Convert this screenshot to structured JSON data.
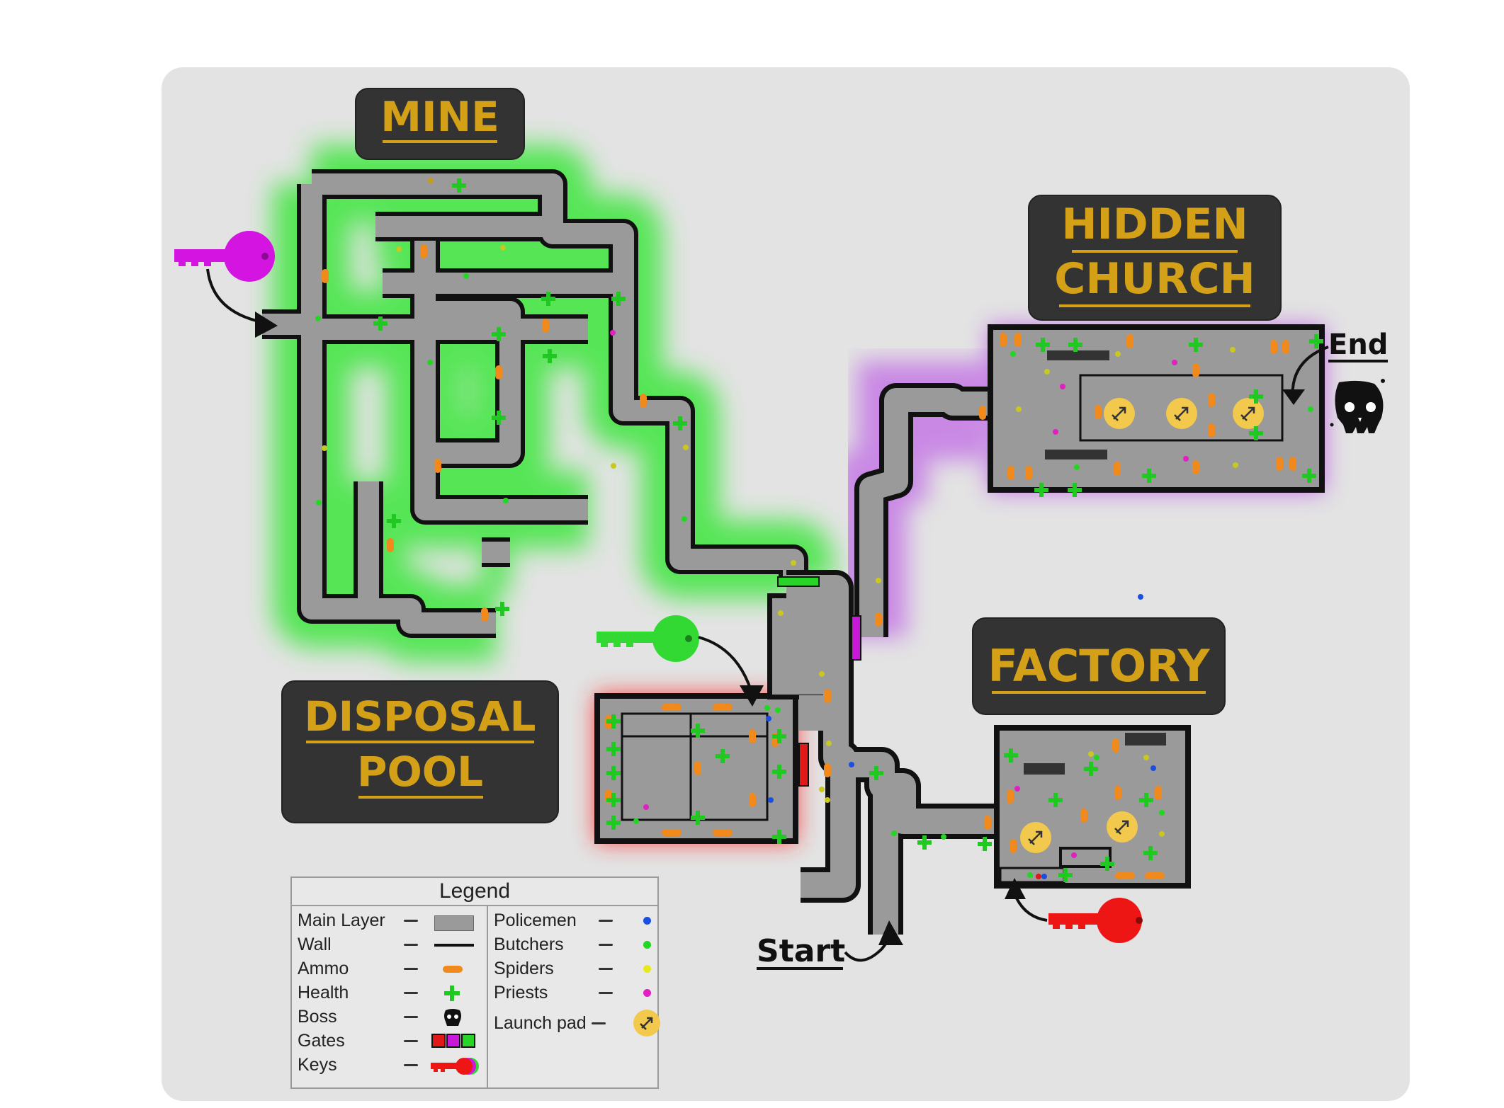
{
  "zones": {
    "mine": {
      "label": "MINE",
      "glow": "#3ee63e"
    },
    "hidden_church": {
      "label_line1": "HIDDEN",
      "label_line2": "CHURCH",
      "glow": "#b84ee6"
    },
    "disposal_pool": {
      "label_line1": "DISPOSAL",
      "label_line2": "POOL",
      "glow": "#ff2a2a"
    },
    "factory": {
      "label": "FACTORY"
    }
  },
  "markers": {
    "start": "Start",
    "end": "End"
  },
  "legend": {
    "title": "Legend",
    "left_items": [
      {
        "label": "Main Layer",
        "icon": "gray-rectangle"
      },
      {
        "label": "Wall",
        "icon": "black-line"
      },
      {
        "label": "Ammo",
        "icon": "orange-bullet"
      },
      {
        "label": "Health",
        "icon": "green-cross"
      },
      {
        "label": "Boss",
        "icon": "skull"
      },
      {
        "label": "Gates",
        "icon": "gate-squares"
      },
      {
        "label": "Keys",
        "icon": "keys"
      }
    ],
    "right_items": [
      {
        "label": "Policemen",
        "icon": "blue-dot",
        "color": "#1a4fe0"
      },
      {
        "label": "Butchers",
        "icon": "green-dot",
        "color": "#22d622"
      },
      {
        "label": "Spiders",
        "icon": "yellow-dot",
        "color": "#e8e820"
      },
      {
        "label": "Priests",
        "icon": "magenta-dot",
        "color": "#e020c0"
      },
      {
        "label": "Launch pad",
        "icon": "rocket-pad",
        "color": "#f2c94c"
      }
    ]
  },
  "colors": {
    "panel_bg": "#e3e3e3",
    "floor": "#9a9a9a",
    "wall": "#111111",
    "label_box": "#333333",
    "label_text": "#d4a017",
    "ammo": "#f08a1c",
    "health": "#22c822",
    "gate_red": "#e01818",
    "gate_magenta": "#c818d8",
    "gate_green": "#28d428",
    "key_magenta": "#d414e0",
    "key_green": "#32d932",
    "key_red": "#ee1515"
  }
}
